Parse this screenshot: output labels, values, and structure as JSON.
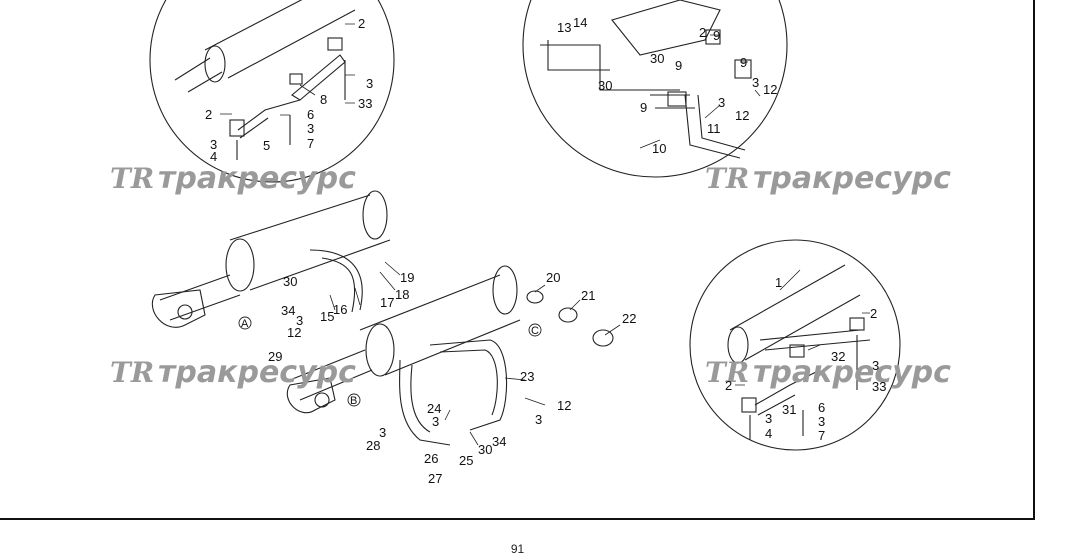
{
  "watermark": {
    "logo": "TR",
    "text": "тракресурс"
  },
  "callouts": [
    "1",
    "2",
    "3",
    "4",
    "5",
    "6",
    "7",
    "8",
    "9",
    "10",
    "11",
    "12",
    "13",
    "14",
    "15",
    "16",
    "17",
    "18",
    "19",
    "20",
    "21",
    "22",
    "23",
    "24",
    "25",
    "26",
    "27",
    "28",
    "29",
    "30",
    "31",
    "32",
    "33",
    "34"
  ],
  "view_markers": [
    "A",
    "B",
    "C"
  ],
  "page_number": "91"
}
